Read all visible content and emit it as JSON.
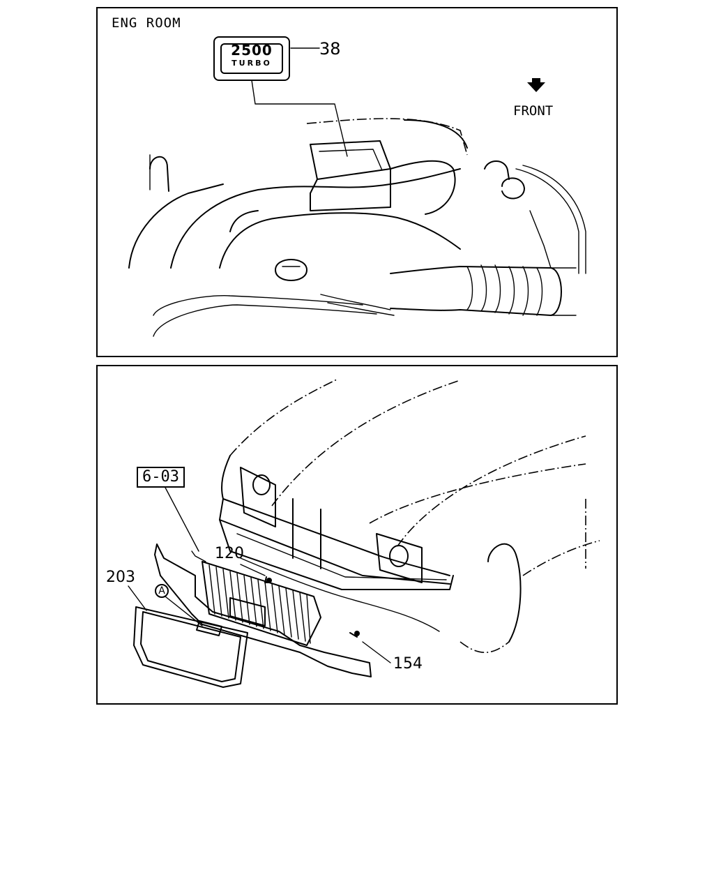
{
  "top_panel": {
    "section_label": "ENG ROOM",
    "emblem": {
      "line1": "2500",
      "line2": "TURBO"
    },
    "callout_38": "38",
    "direction_label": "FRONT"
  },
  "bottom_panel": {
    "ref_box": "6-03",
    "callout_120": "120",
    "callout_203": "203",
    "callout_154": "154",
    "circle_marker": "A"
  }
}
